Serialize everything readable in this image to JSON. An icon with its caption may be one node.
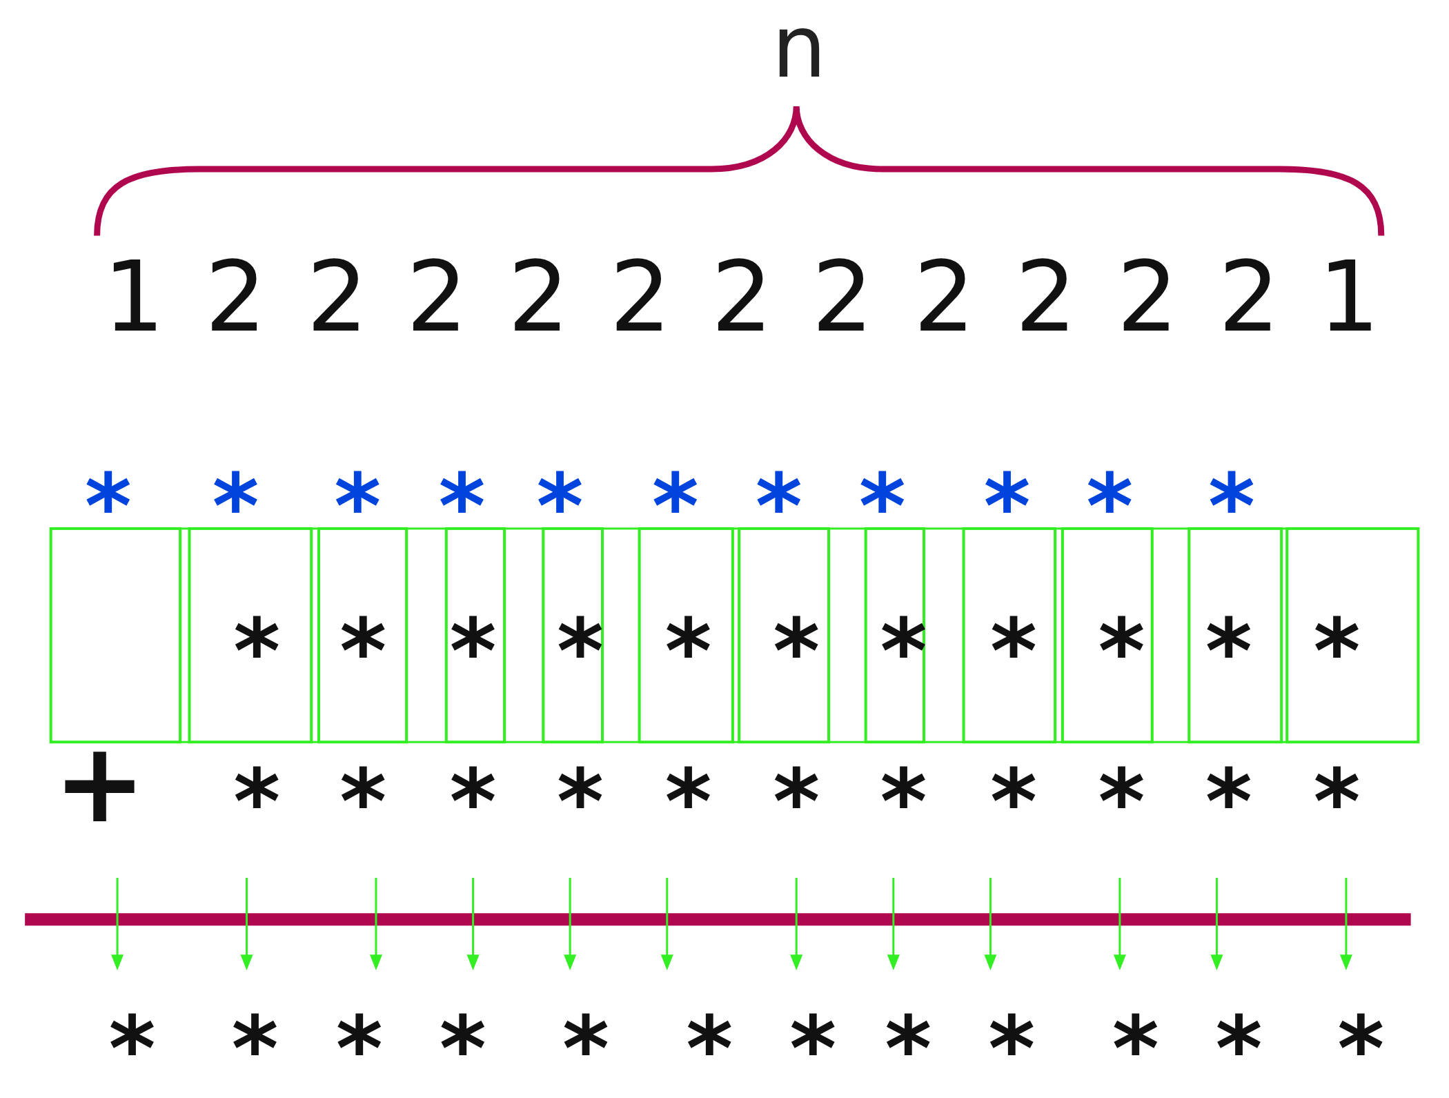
{
  "diagram": {
    "labels": [
      "n",
      "1",
      "2",
      "2",
      "2",
      "2",
      "2",
      "2",
      "2",
      "2",
      "2",
      "2",
      "2",
      "1",
      "*",
      "*",
      "*",
      "*",
      "*",
      "*",
      "*",
      "*",
      "*",
      "*",
      "*",
      "*",
      "*",
      "*",
      "*",
      "*",
      "*",
      "*",
      "*",
      "*",
      "*",
      "*",
      "+",
      "*",
      "*",
      "*",
      "*",
      "*",
      "*",
      "*",
      "*",
      "*",
      "*",
      "*",
      "*",
      "*",
      "*",
      "*",
      "*",
      "*",
      "*",
      "*",
      "*",
      "*",
      "*",
      "*"
    ]
  }
}
